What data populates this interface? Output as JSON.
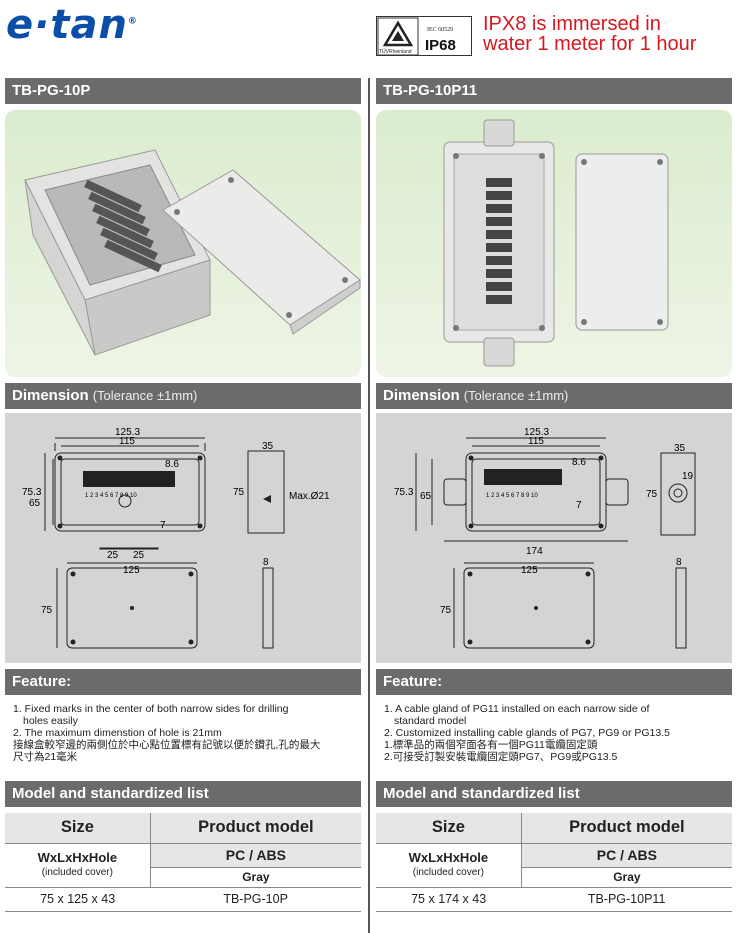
{
  "brand": {
    "logo": "e·tan",
    "registered": "®"
  },
  "cert": {
    "iec": "IEC 60529",
    "rating": "IP68",
    "tuv": "TÜVRheinland"
  },
  "ipx_note": {
    "line1": "IPX8 is immersed in",
    "line2": "water 1 meter for 1 hour"
  },
  "colors": {
    "brand_blue": "#0a4ea8",
    "note_red": "#d6181f",
    "bar_gray": "#6b6b6b",
    "drawing_bg": "#d4d4d4"
  },
  "left": {
    "model": "TB-PG-10P",
    "dimension_title": "Dimension",
    "tolerance": "(Tolerance ±1mm)",
    "dims": {
      "w_outer": "125.3",
      "w_inner": "115",
      "pitch": "8.6",
      "h_outer": "75.3",
      "h_inner": "65",
      "depth": "35",
      "depth_h": "75",
      "max_hole": "Max.Ø21",
      "small": "7",
      "spacing_a": "25",
      "spacing_b": "25",
      "lid_w": "125",
      "lid_h": "75",
      "side_w": "8",
      "terminals": "1 2 3 4 5 6 7 8 9 10"
    },
    "feature_title": "Feature:",
    "features": [
      "1. Fixed marks in the center of both narrow sides for drilling",
      "holes easily",
      "2. The maximum dimenstion of hole is 21mm",
      "接線盒較窄邊的兩側位於中心點位置標有記號以便於鑽孔,孔的最大",
      "尺寸為21毫米"
    ],
    "list_title": "Model and standardized list",
    "table": {
      "h_size": "Size",
      "h_product": "Product model",
      "material": "PC / ABS",
      "size_label": "WxLxHxHole",
      "cover": "(included cover)",
      "color": "Gray",
      "size_val": "75 x 125 x 43",
      "model_val": "TB-PG-10P"
    }
  },
  "right": {
    "model": "TB-PG-10P11",
    "dimension_title": "Dimension",
    "tolerance": "(Tolerance ±1mm)",
    "dims": {
      "w_outer": "125.3",
      "w_inner": "115",
      "pitch": "8.6",
      "h_outer": "75.3",
      "h_inner": "65",
      "depth": "35",
      "gland": "19",
      "depth_h": "75",
      "total": "174",
      "lid_w": "125",
      "lid_h": "75",
      "side_w": "8",
      "small": "7",
      "terminals": "1 2 3 4 5 6 7 8 9 10"
    },
    "feature_title": "Feature:",
    "features": [
      "1. A cable gland of PG11 installed on each narrow side of",
      "standard model",
      "2. Customized installing cable glands of PG7, PG9 or PG13.5",
      "1.標準品的兩個窄面各有一個PG11電纜固定頭",
      "2.可接受訂製安裝電纜固定頭PG7、PG9或PG13.5"
    ],
    "list_title": "Model and standardized list",
    "table": {
      "h_size": "Size",
      "h_product": "Product model",
      "material": "PC / ABS",
      "size_label": "WxLxHxHole",
      "cover": "(included cover)",
      "color": "Gray",
      "size_val": "75 x 174 x 43",
      "model_val": "TB-PG-10P11"
    }
  }
}
